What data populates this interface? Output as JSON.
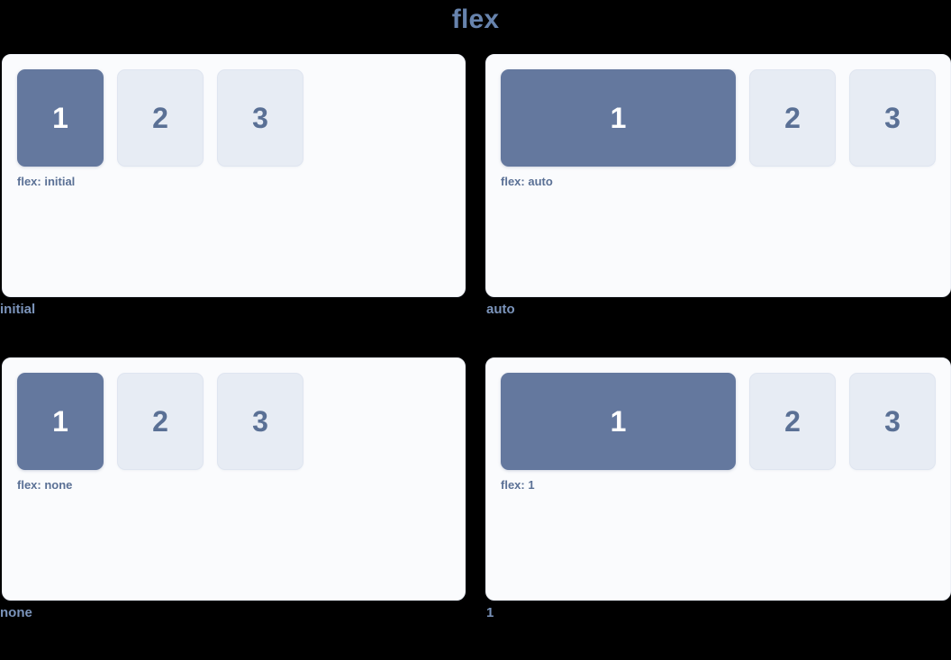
{
  "title": "flex",
  "theme": {
    "background": "#000000",
    "title_color": "#6783ad",
    "panel_bg": "#fafbfd",
    "panel_border": "#edf0f6",
    "box_bg": "#e7ecf4",
    "box_border": "#dfe5f0",
    "box_text": "#5a7095",
    "target_bg": "#64789e",
    "target_text": "#ffffff",
    "note_color": "#5a7095",
    "caption_color": "#7b94bb"
  },
  "demos": [
    {
      "caption": "initial",
      "note": "flex: initial",
      "variant": "v-initial",
      "boxes": [
        "1",
        "2",
        "3"
      ]
    },
    {
      "caption": "auto",
      "note": "flex: auto",
      "variant": "v-auto",
      "boxes": [
        "1",
        "2",
        "3"
      ]
    },
    {
      "caption": "none",
      "note": "flex: none",
      "variant": "v-none",
      "boxes": [
        "1",
        "2",
        "3"
      ]
    },
    {
      "caption": "1",
      "note": "flex: 1",
      "variant": "v-one",
      "boxes": [
        "1",
        "2",
        "3"
      ]
    }
  ]
}
